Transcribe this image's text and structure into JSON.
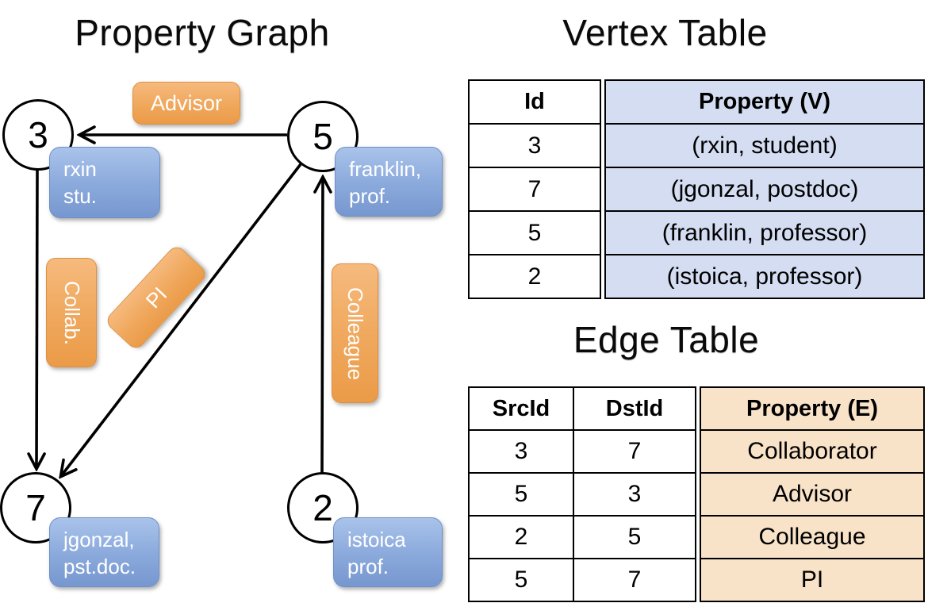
{
  "graph": {
    "title": "Property Graph",
    "nodes": [
      {
        "id": "3",
        "line1": "rxin",
        "line2": "stu."
      },
      {
        "id": "5",
        "line1": "franklin,",
        "line2": "prof."
      },
      {
        "id": "7",
        "line1": "jgonzal,",
        "line2": "pst.doc."
      },
      {
        "id": "2",
        "line1": "istoica",
        "line2": "prof."
      }
    ],
    "edge_labels": {
      "advisor": "Advisor",
      "collab": "Collab.",
      "pi": "PI",
      "colleague": "Colleague"
    }
  },
  "vertex_table": {
    "title": "Vertex Table",
    "headers": {
      "id": "Id",
      "property": "Property (V)"
    },
    "rows": [
      {
        "id": "3",
        "property": "(rxin, student)"
      },
      {
        "id": "7",
        "property": "(jgonzal, postdoc)"
      },
      {
        "id": "5",
        "property": "(franklin, professor)"
      },
      {
        "id": "2",
        "property": "(istoica, professor)"
      }
    ]
  },
  "edge_table": {
    "title": "Edge Table",
    "headers": {
      "src": "SrcId",
      "dst": "DstId",
      "property": "Property (E)"
    },
    "rows": [
      {
        "src": "3",
        "dst": "7",
        "property": "Collaborator"
      },
      {
        "src": "5",
        "dst": "3",
        "property": "Advisor"
      },
      {
        "src": "2",
        "dst": "5",
        "property": "Colleague"
      },
      {
        "src": "5",
        "dst": "7",
        "property": "PI"
      }
    ]
  },
  "colors": {
    "edge_label_fill": "#f0a95f",
    "vertex_label_fill": "#8fadde",
    "vertex_property_cell": "#d4ddf1",
    "edge_property_cell": "#f8e2c8",
    "line": "#000000"
  }
}
